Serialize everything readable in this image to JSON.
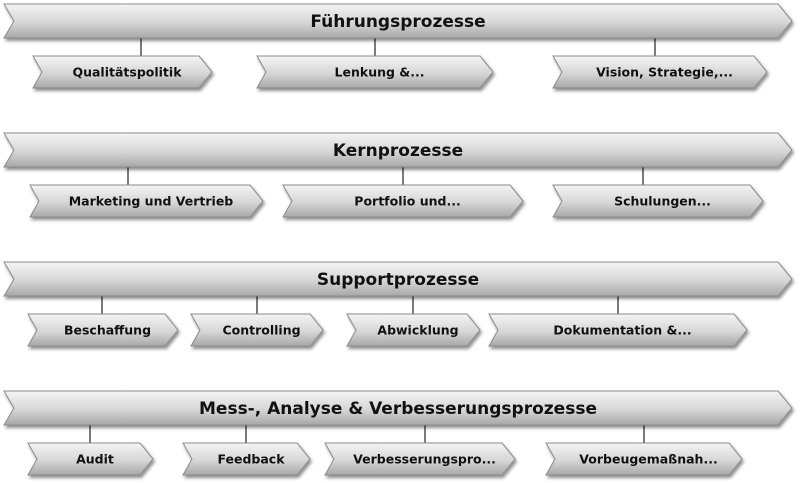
{
  "colors": {
    "arrow_top": "#f4f4f4",
    "arrow_mid": "#d6d6d6",
    "arrow_bottom": "#a8a8a8",
    "arrow_stroke": "#8c8c8c",
    "connector": "#222222",
    "text": "#111111"
  },
  "groups": [
    {
      "title": "Führungsprozesse",
      "items": [
        {
          "label": "Qualitätspolitik"
        },
        {
          "label": "Lenkung &..."
        },
        {
          "label": "Vision, Strategie,..."
        }
      ]
    },
    {
      "title": "Kernprozesse",
      "items": [
        {
          "label": "Marketing und Vertrieb"
        },
        {
          "label": "Portfolio und..."
        },
        {
          "label": "Schulungen..."
        }
      ]
    },
    {
      "title": "Supportprozesse",
      "items": [
        {
          "label": "Beschaffung"
        },
        {
          "label": "Controlling"
        },
        {
          "label": "Abwicklung"
        },
        {
          "label": "Dokumentation &..."
        }
      ]
    },
    {
      "title": "Mess-, Analyse & Verbesserungsprozesse",
      "items": [
        {
          "label": "Audit"
        },
        {
          "label": "Feedback"
        },
        {
          "label": "Verbesserungspro..."
        },
        {
          "label": "Vorbeugemaßnah..."
        }
      ]
    }
  ]
}
